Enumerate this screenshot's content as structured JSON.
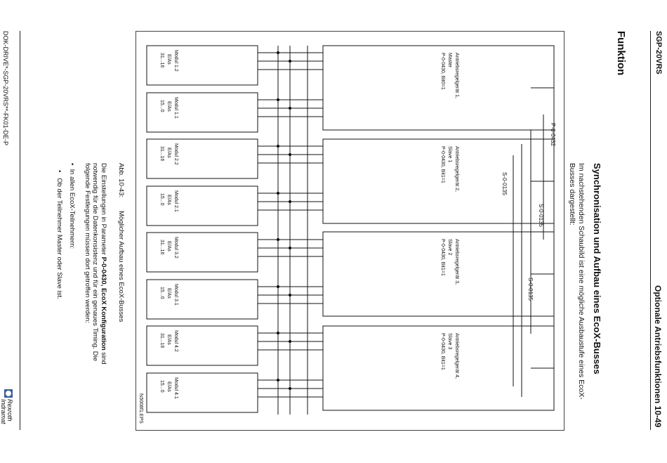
{
  "header": {
    "left": "SGP-20VRS",
    "right": "Optionale Antriebsfunktionen 10-49"
  },
  "chapter_title": "Funktion",
  "section_title": "Synchronisation und Aufbau eines EcoX-Busses",
  "intro": {
    "line1": "Im nachstehenden Schaubild ist eine mögliche Ausbaustufe eines EcoX-",
    "line2": "Busses dargestellt:"
  },
  "figure": {
    "caption_label": "Abb. 10-43:",
    "caption_text": "Möglicher Aufbau eines EcoX-Busses",
    "file_name": "fs5008f1.EPS",
    "bus_labels": {
      "p432": "P-0-0432",
      "s135_a": "S-0-0135",
      "s135_b": "S-0-0135",
      "s135_c": "S-0-0135"
    },
    "drives": [
      {
        "l1": "Antriebsregelgerät 1,",
        "l2": "Master",
        "l3": "P-0-0430, Bit0=1"
      },
      {
        "l1": "Antriebsregelgerät 2,",
        "l2": "Slave 1",
        "l3": "P-0-0430, Bit1=1"
      },
      {
        "l1": "Antriebsregelgerät 3,",
        "l2": "Slave 2",
        "l3": "P-0-0430, Bit1=1"
      },
      {
        "l1": "Antriebsregelgerät 4,",
        "l2": "Slave 3",
        "l3": "P-0-0430, Bit1=1"
      }
    ],
    "modules": [
      {
        "l1": "Modul 1.2",
        "l2": "E/As",
        "l3": "31...16"
      },
      {
        "l1": "Modul 1.1",
        "l2": "E/As",
        "l3": "15...0"
      },
      {
        "l1": "Modul 2.2",
        "l2": "E/As",
        "l3": "31...16"
      },
      {
        "l1": "Modul 2.1",
        "l2": "E/As",
        "l3": "15...0"
      },
      {
        "l1": "Modul 3.2",
        "l2": "E/As",
        "l3": "31...16"
      },
      {
        "l1": "Modul 3.1",
        "l2": "E/As",
        "l3": "15...0"
      },
      {
        "l1": "Modul 4.2",
        "l2": "E/As",
        "l3": "31...16"
      },
      {
        "l1": "Modul 4.1",
        "l2": "E/As",
        "l3": "15...0"
      }
    ]
  },
  "body": {
    "l1_a": "Die Einstellungen in Parameter ",
    "l1_b": "P-0-0430, EcoX Konfiguration",
    "l1_c": " sind",
    "l2": "notwendig für die Datenkonsistenz und für ein genaues Timing. Die",
    "l3": "folgende Festlegungen müssen dort getroffen werden:"
  },
  "bullets": [
    "In allen EcoX-Teilnehmern:",
    "Ob der Teilnehmer Master oder Slave ist."
  ],
  "footer": "DOK-DRIVE*-SGP-20VRS**-FK01-DE-P",
  "logo": {
    "line1": "Rexroth",
    "line2": "Indramat"
  }
}
